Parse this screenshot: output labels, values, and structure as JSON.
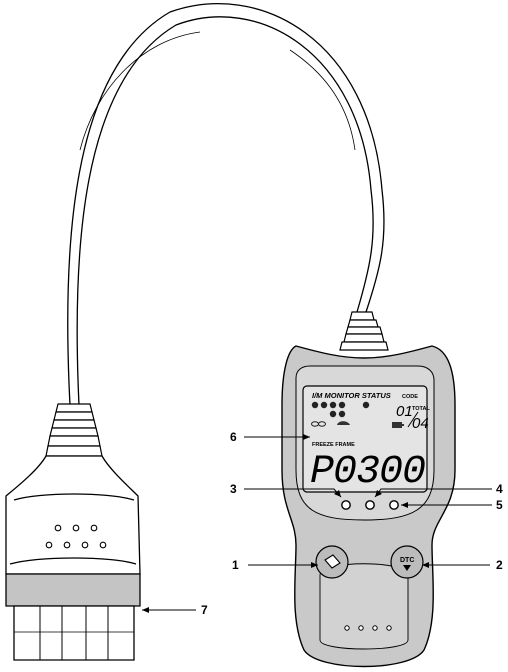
{
  "callouts": [
    {
      "id": "1",
      "text": "1"
    },
    {
      "id": "2",
      "text": "2"
    },
    {
      "id": "3",
      "text": "3"
    },
    {
      "id": "4",
      "text": "4"
    },
    {
      "id": "5",
      "text": "5"
    },
    {
      "id": "6",
      "text": "6"
    },
    {
      "id": "7",
      "text": "7"
    }
  ],
  "display": {
    "monitor_title": "I/M MONITOR STATUS",
    "code_label": "CODE",
    "total_label": "TOTAL",
    "code_number": "01",
    "total_number": "04",
    "freeze_frame": "FREEZE FRAME",
    "dtc_code": "P0300"
  },
  "buttons": {
    "dtc_label": "DTC"
  }
}
